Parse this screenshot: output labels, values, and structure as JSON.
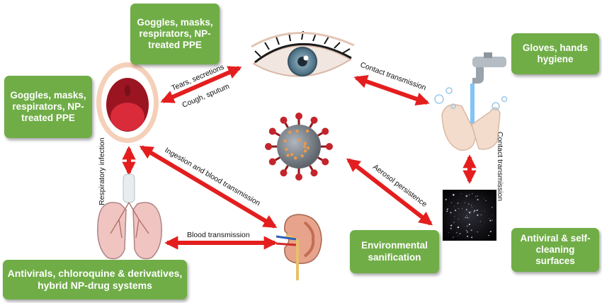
{
  "boxes": {
    "eye_protection": "Goggles, masks, respirators, NP-treated PPE",
    "mouth_protection": "Goggles, masks, respirators, NP-treated PPE",
    "gloves": "Gloves, hands hygiene",
    "antiviral_surfaces": "Antiviral & self-cleaning surfaces",
    "environmental": "Environmental sanification",
    "drugs": "Antivirals, chloroquine & derivatives, hybrid NP-drug systems"
  },
  "labels": {
    "tears": "Tears, secretions",
    "cough": "Cough, sputum",
    "contact_eye_hand": "Contact transmission",
    "contact_hand_surface": "Contact transmission",
    "respiratory": "Respiratory infection",
    "ingestion": "Ingestion and blood transmission",
    "aerosol": "Aerosol persistence",
    "blood": "Blood transmission"
  },
  "colors": {
    "box_green": "#70ad47",
    "arrow_red": "#e41e1e"
  }
}
